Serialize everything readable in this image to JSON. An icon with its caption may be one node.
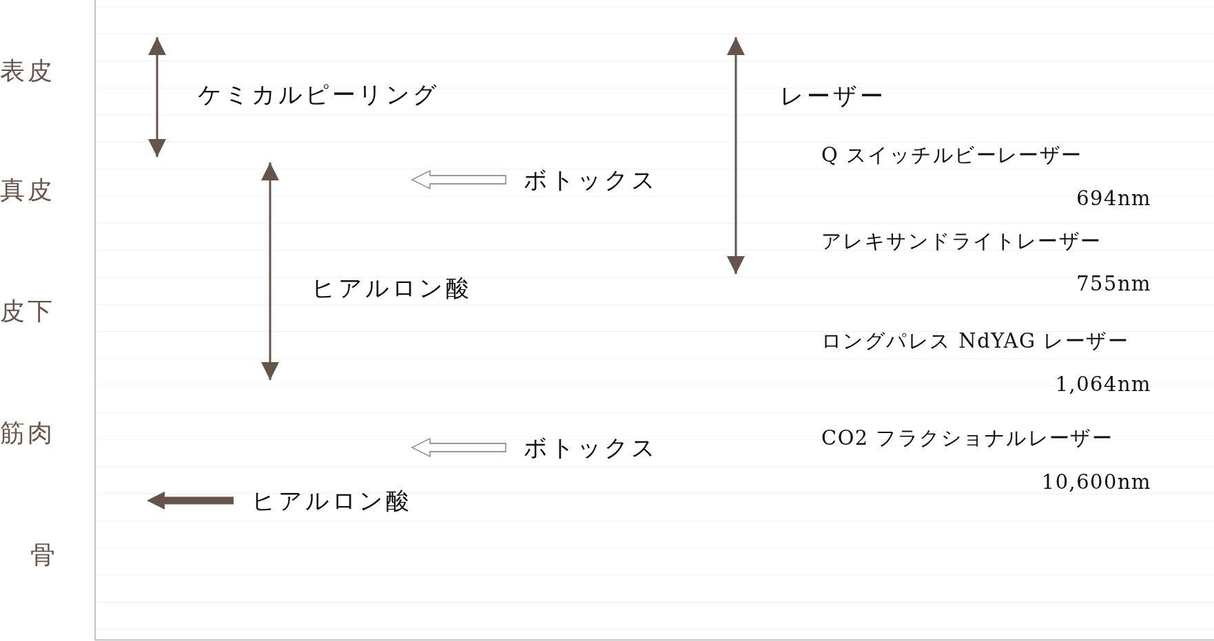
{
  "diagram": {
    "nodes": [
      {
        "text": [
          "ボトックス"
        ]
      },
      {
        "text": [
          "ボトックス"
        ]
      },
      {
        "text": [
          "ヒアルロン酸"
        ]
      }
    ],
    "edges": [
      {
        "from": 0,
        "to": null,
        "arrow": "to"
      },
      {
        "from": 1,
        "to": null,
        "arrow": "to"
      },
      {
        "from": 2,
        "to": null,
        "arrow": "to",
        "style": "thick"
      }
    ],
    "labels": [
      "表皮",
      "ケミカルピーリング",
      "レーザー",
      "Q スイッチルビーレーザー",
      "真皮",
      "694nm",
      "アレキサンドライトレーザー",
      "755nm",
      "ヒアルロン酸",
      "皮下",
      "ロングパレス NdYAG レーザー",
      "1,064nm",
      "筋肉",
      "CO2 フラクショナルレーザー",
      "10,600nm",
      "骨"
    ]
  }
}
